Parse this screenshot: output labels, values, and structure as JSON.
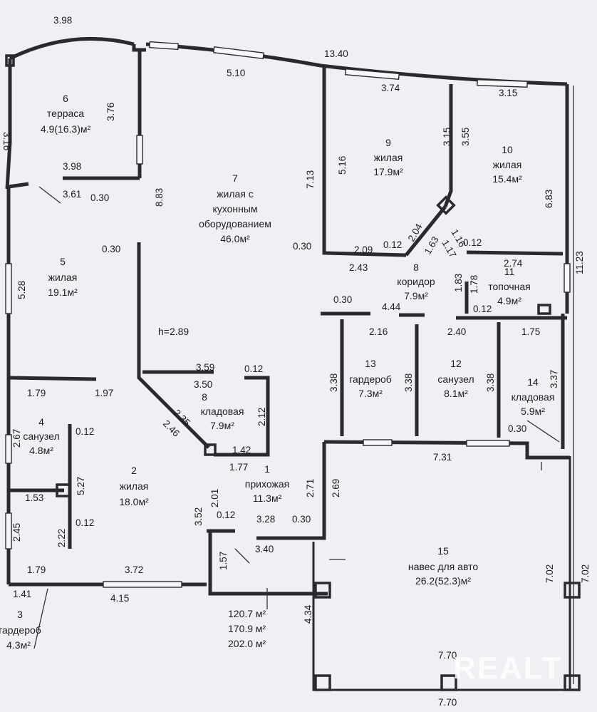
{
  "rooms": [
    {
      "num": "1",
      "name": [
        "прихожая"
      ],
      "area": "11.3м²"
    },
    {
      "num": "2",
      "name": [
        "жилая"
      ],
      "area": "18.0м²"
    },
    {
      "num": "3",
      "name": [
        "гардероб"
      ],
      "area": "4.3м²"
    },
    {
      "num": "4",
      "name": [
        "санузел"
      ],
      "area": "4.8м²"
    },
    {
      "num": "5",
      "name": [
        "жилая"
      ],
      "area": "19.1м²"
    },
    {
      "num": "6",
      "name": [
        "терраса"
      ],
      "area": "4.9(16.3)м²"
    },
    {
      "num": "7",
      "name": [
        "жилая с",
        "кухонным",
        "оборудованием"
      ],
      "area": "46.0м²"
    },
    {
      "num": "8",
      "name": [
        "кладовая"
      ],
      "area": "7.9м²"
    },
    {
      "num": "8",
      "name": [
        "коридор"
      ],
      "area": "7.9м²"
    },
    {
      "num": "9",
      "name": [
        "жилая"
      ],
      "area": "17.9м²"
    },
    {
      "num": "10",
      "name": [
        "жилая"
      ],
      "area": "15.4м²"
    },
    {
      "num": "11",
      "name": [
        "топочная"
      ],
      "area": "4.9м²"
    },
    {
      "num": "12",
      "name": [
        "санузел"
      ],
      "area": "8.1м²"
    },
    {
      "num": "13",
      "name": [
        "гардероб"
      ],
      "area": "7.3м²"
    },
    {
      "num": "14",
      "name": [
        "кладовая"
      ],
      "area": "5.9м²"
    },
    {
      "num": "15",
      "name": [
        "навес для авто"
      ],
      "area": "26.2(52.3)м²"
    }
  ],
  "dimensions": [
    "3.98",
    "13.40",
    "5.10",
    "3.74",
    "3.15",
    "3.76",
    "3.16",
    "3.98",
    "0.30",
    "3.61",
    "8.83",
    "7.13",
    "5.16",
    "3.15",
    "3.55",
    "6.83",
    "11.23",
    "0.30",
    "2.09",
    "0.12",
    "2.43",
    "2.04",
    "1.63",
    "1.16",
    "1.17",
    "0.12",
    "2.74",
    "0.30",
    "4.44",
    "2.16",
    "1.83",
    "1.78",
    "0.12",
    "2.40",
    "1.75",
    "0.30",
    "5.28",
    "1.79",
    "1.97",
    "3.59",
    "3.50",
    "0.12",
    "2.12",
    "2.35",
    "2.46",
    "1.42",
    "1.77",
    "3.38",
    "3.38",
    "3.38",
    "3.37",
    "0.30",
    "7.31",
    "2.67",
    "0.12",
    "5.27",
    "1.53",
    "2.45",
    "2.22",
    "0.12",
    "2.71",
    "2.69",
    "2.01",
    "0.12",
    "3.52",
    "3.28",
    "0.30",
    "3.40",
    "1.57",
    "1.79",
    "3.72",
    "1.41",
    "4.15",
    "4.34",
    "7.70",
    "7.70",
    "7.02",
    "7.02"
  ],
  "height": "h=2.89",
  "totals": [
    "120.7 м²",
    "170.9 м²",
    "202.0 м²"
  ],
  "watermark": "REALT"
}
